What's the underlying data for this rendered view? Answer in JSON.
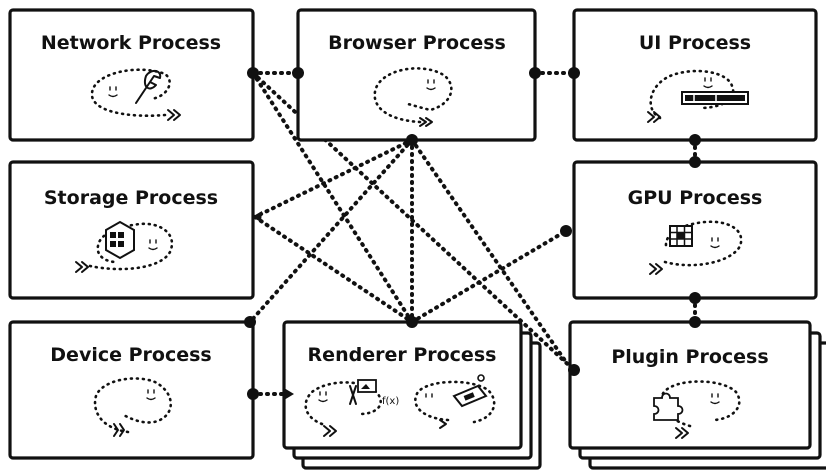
{
  "diagram": {
    "nodes": {
      "network": "Network Process",
      "browser": "Browser Process",
      "ui": "UI Process",
      "storage": "Storage Process",
      "gpu": "GPU Process",
      "device": "Device Process",
      "renderer": "Renderer Process",
      "plugin": "Plugin Process"
    },
    "icons": {
      "network": "wrench-icon",
      "ui": "toolbar-icon",
      "storage": "storage-cube-icon",
      "gpu": "grid-chip-icon",
      "renderer": "media-icon",
      "plugin": "puzzle-icon"
    }
  }
}
